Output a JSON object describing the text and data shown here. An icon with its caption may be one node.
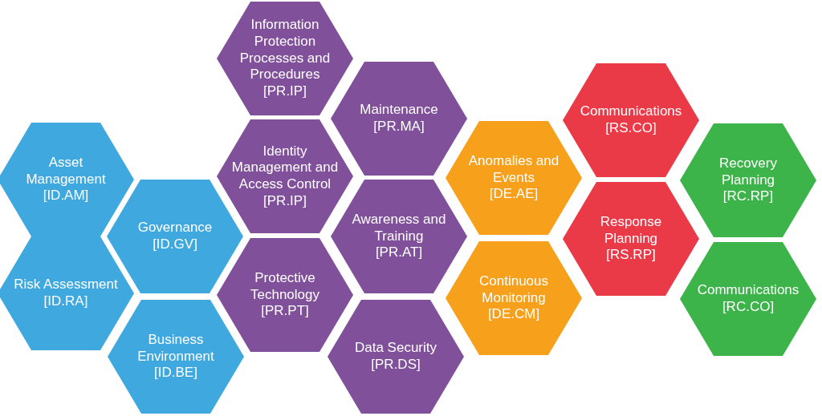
{
  "diagram": {
    "nodes": [
      {
        "text": [
          "Asset Management",
          "[ID.AM]"
        ]
      },
      {
        "text": [
          "Risk Assessment",
          "[ID.RA]"
        ]
      },
      {
        "text": [
          "Governance",
          "[ID.GV]"
        ]
      },
      {
        "text": [
          "Business Environment",
          "[ID.BE]"
        ]
      },
      {
        "text": [
          "Information Protection Processes and Procedures",
          "[PR.IP]"
        ]
      },
      {
        "text": [
          "Identity Management and Access Control",
          "[PR.IP]"
        ]
      },
      {
        "text": [
          "Protective Technology",
          "[PR.PT]"
        ]
      },
      {
        "text": [
          "Maintenance",
          "[PR.MA]"
        ]
      },
      {
        "text": [
          "Awareness and Training",
          "[PR.AT]"
        ]
      },
      {
        "text": [
          "Data Security",
          "[PR.DS]"
        ]
      },
      {
        "text": [
          "Anomalies and Events",
          "[DE.AE]"
        ]
      },
      {
        "text": [
          "Continuous Monitoring",
          "[DE.CM]"
        ]
      },
      {
        "text": [
          "Communications",
          "[RS.CO]"
        ]
      },
      {
        "text": [
          "Response Planning",
          "[RS.RP]"
        ]
      },
      {
        "text": [
          "Recovery Planning",
          "[RC.RP]"
        ]
      },
      {
        "text": [
          "Communications",
          "[RC.CO]"
        ]
      }
    ]
  }
}
